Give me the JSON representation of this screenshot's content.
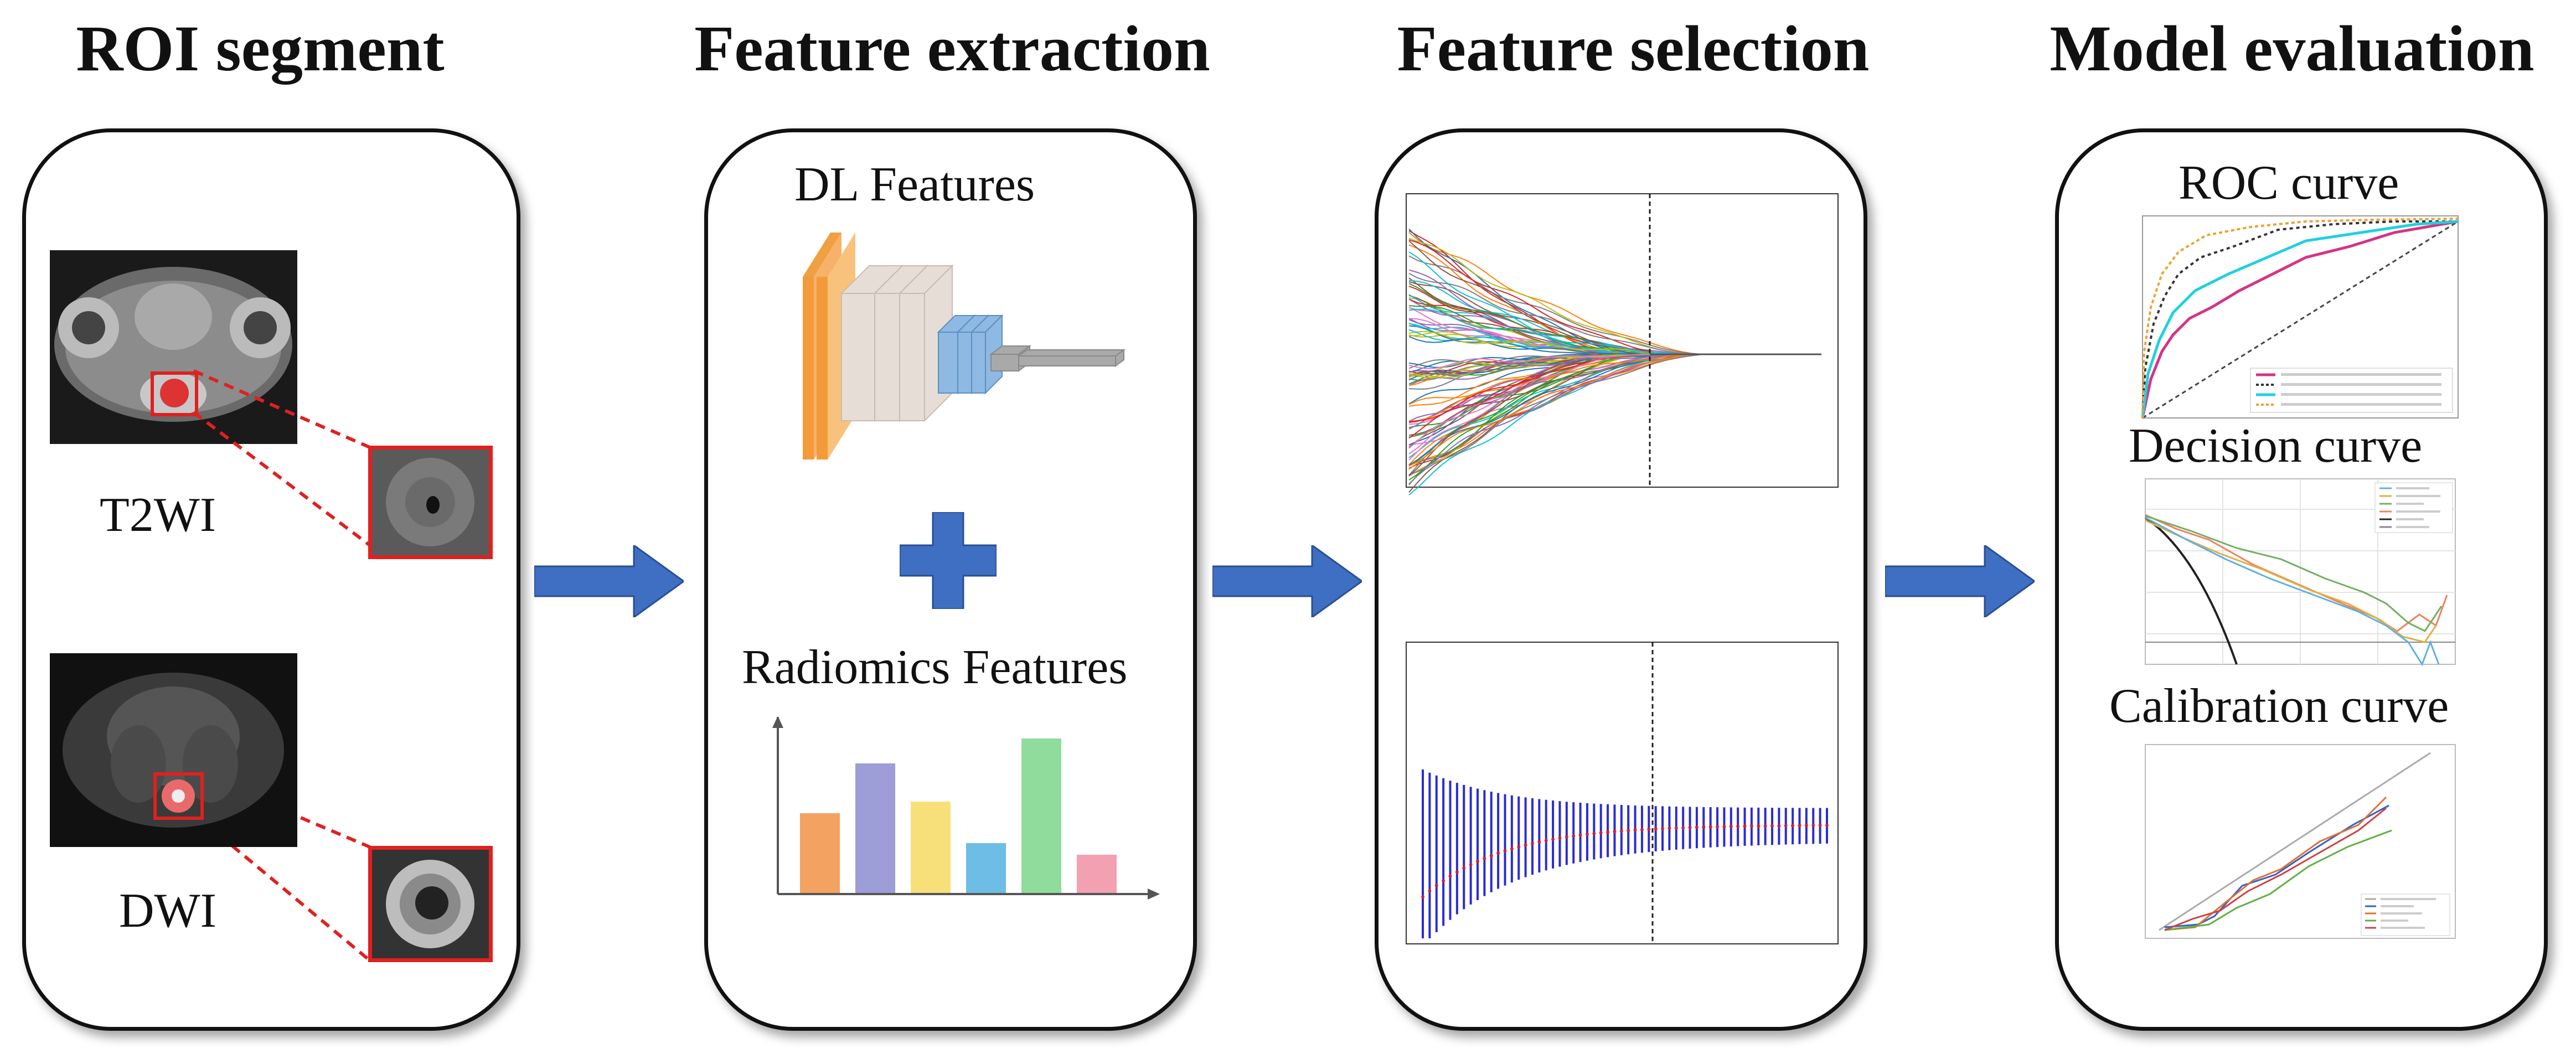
{
  "stages": {
    "roi": {
      "title": "ROI segment",
      "t2_label": "T2WI",
      "dwi_label": "DWI"
    },
    "extraction": {
      "title": "Feature extraction",
      "dl_label": "DL Features",
      "radiomics_label": "Radiomics Features"
    },
    "selection": {
      "title": "Feature selection"
    },
    "evaluation": {
      "title": "Model evaluation",
      "roc_label": "ROC curve",
      "decision_label": "Decision curve",
      "calibration_label": "Calibration curve"
    }
  },
  "colors": {
    "arrow": "#3f6fc2",
    "plus": "#3f6fc2",
    "roi_marker": "#e02020"
  },
  "radiomics_bars": {
    "values": [
      0.48,
      0.78,
      0.55,
      0.3,
      0.93,
      0.23
    ],
    "colors": [
      "#f4a261",
      "#9d9dd8",
      "#f7e07a",
      "#6dbde6",
      "#8fdc9c",
      "#f3a0b2"
    ]
  }
}
